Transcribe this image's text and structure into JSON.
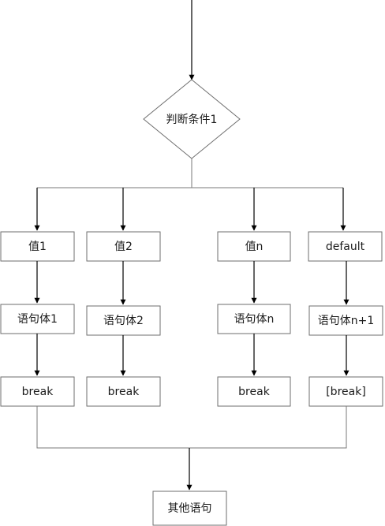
{
  "decision": {
    "label": "判断条件1"
  },
  "columns": [
    {
      "case_label": "值1",
      "body_label": "语句体1",
      "break_label": "break"
    },
    {
      "case_label": "值2",
      "body_label": "语句体2",
      "break_label": "break"
    },
    {
      "case_label": "值n",
      "body_label": "语句体n",
      "break_label": "break"
    },
    {
      "case_label": "default",
      "body_label": "语句体n+1",
      "break_label": "[break]"
    }
  ],
  "end": {
    "label": "其他语句"
  },
  "colors": {
    "line": "#7a7a7a",
    "arrow": "#000000",
    "box_border": "#6e6e6e",
    "text": "#1a1a1a"
  }
}
